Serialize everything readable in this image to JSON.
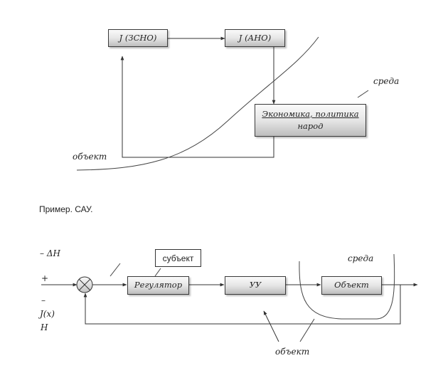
{
  "top_diagram": {
    "blocks": {
      "jzsno": "J (ЗСНО)",
      "jano": "J (АНО)",
      "economy_line1": "Экономика, политика",
      "economy_line2": "народ"
    },
    "labels": {
      "environment": "среда",
      "object": "объект"
    }
  },
  "caption": "Пример. САУ.",
  "bottom_diagram": {
    "blocks": {
      "regulator": "Регулятор",
      "control_device": "УУ",
      "object": "Объект",
      "subject": "субъект"
    },
    "labels": {
      "delta_h": "– ΔH",
      "plus": "+",
      "minus": "–",
      "jx": "J(x)",
      "h": "H",
      "environment": "среда",
      "object": "объект"
    }
  }
}
